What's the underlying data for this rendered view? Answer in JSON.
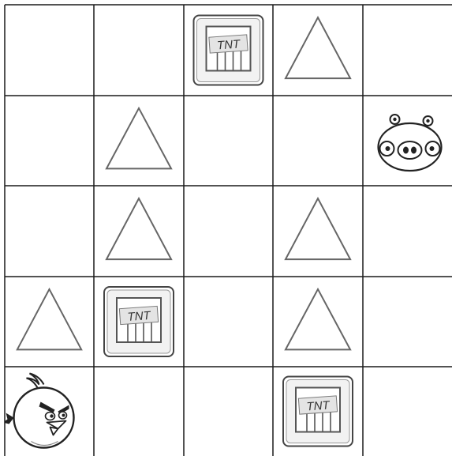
{
  "board": {
    "rows": 5,
    "cols": 5,
    "cells": [
      [
        "empty",
        "empty",
        "tnt",
        "triangle",
        "empty"
      ],
      [
        "empty",
        "triangle",
        "empty",
        "empty",
        "pig"
      ],
      [
        "empty",
        "triangle",
        "empty",
        "triangle",
        "empty"
      ],
      [
        "triangle",
        "tnt",
        "empty",
        "triangle",
        "empty"
      ],
      [
        "bird",
        "empty",
        "empty",
        "tnt",
        "empty"
      ]
    ]
  },
  "pieces": {
    "tnt": {
      "label": "TNT",
      "icon": "tnt-crate-icon"
    },
    "triangle": {
      "icon": "triangle-obstacle-icon"
    },
    "pig": {
      "icon": "green-pig-icon"
    },
    "bird": {
      "icon": "red-bird-icon"
    }
  },
  "colors": {
    "grid_line": "#1a1a1a",
    "outline": "#555555",
    "background": "#ffffff"
  }
}
